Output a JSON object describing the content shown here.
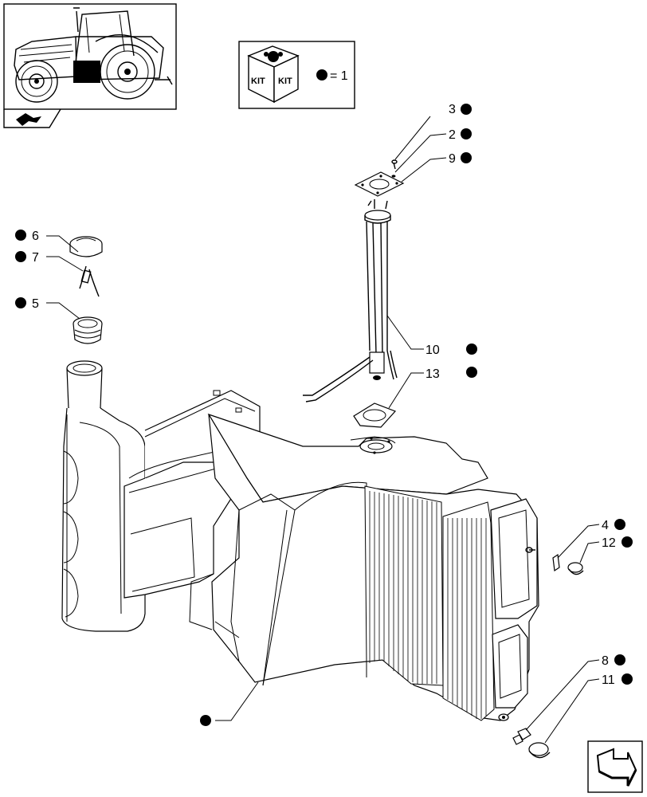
{
  "legend": {
    "equals_text": "= 1",
    "kit_label_1": "KIT",
    "kit_label_2": "KIT"
  },
  "callouts": [
    {
      "id": "c3",
      "number": "3"
    },
    {
      "id": "c2",
      "number": "2"
    },
    {
      "id": "c9",
      "number": "9"
    },
    {
      "id": "c6",
      "number": "6"
    },
    {
      "id": "c7",
      "number": "7"
    },
    {
      "id": "c5",
      "number": "5"
    },
    {
      "id": "c10",
      "number": "10"
    },
    {
      "id": "c13",
      "number": "13"
    },
    {
      "id": "c4",
      "number": "4"
    },
    {
      "id": "c12",
      "number": "12"
    },
    {
      "id": "c8",
      "number": "8"
    },
    {
      "id": "c11",
      "number": "11"
    }
  ],
  "icons": {
    "tractor_thumbnail": "tractor-locator-icon",
    "kit_box": "kit-box-icon",
    "nav_prev": "back-arrow-icon",
    "nav_next": "next-page-arrow-icon"
  },
  "colors": {
    "line": "#000000",
    "background": "#ffffff",
    "highlight": "#000000"
  }
}
